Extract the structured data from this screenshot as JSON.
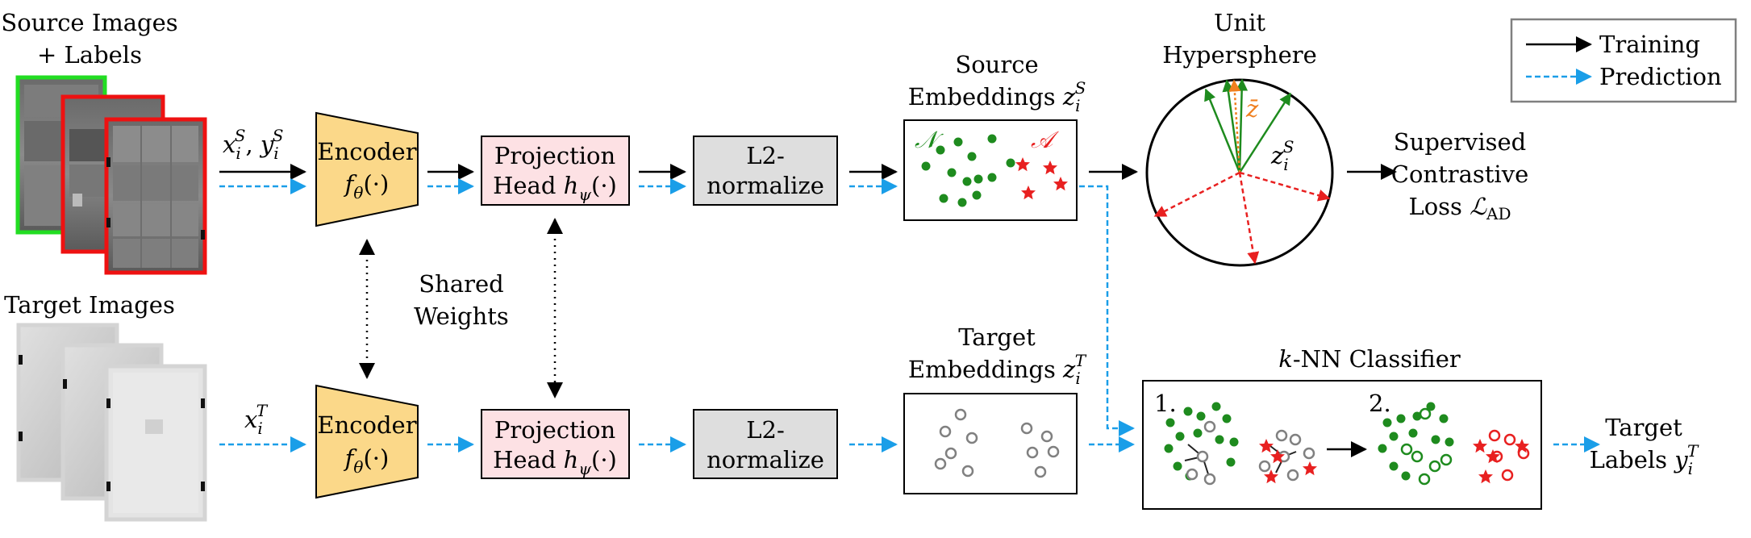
{
  "source": {
    "title_line1": "Source Images",
    "title_line2": "+ Labels",
    "input_label_main": "x",
    "input_label_sub": "i",
    "input_label_sup": "S",
    "input_label_sep": ", ",
    "input_label_main2": "y",
    "input_label_sup2": "S"
  },
  "target": {
    "title": "Target Images",
    "input_label_main": "x",
    "input_label_sub": "i",
    "input_label_sup": "T"
  },
  "encoder": {
    "label": "Encoder",
    "fn": "f",
    "fn_sub": "θ",
    "fn_arg": "(·)"
  },
  "projection": {
    "label": "Projection",
    "fn_prefix": "Head ",
    "fn": "h",
    "fn_sub": "ψ",
    "fn_arg": "(·)"
  },
  "l2": {
    "line1": "L2-",
    "line2": "normalize"
  },
  "shared": {
    "line1": "Shared",
    "line2": "Weights"
  },
  "source_embeddings": {
    "line1": "Source",
    "line2": "Embeddings",
    "sym": "z",
    "sym_sub": "i",
    "sym_sup": "S",
    "normal_symbol": "𝒩",
    "anomaly_symbol": "𝒜"
  },
  "target_embeddings": {
    "line1": "Target",
    "line2": "Embeddings",
    "sym": "z",
    "sym_sub": "i",
    "sym_sup": "T"
  },
  "hypersphere": {
    "line1": "Unit",
    "line2": "Hypersphere",
    "mean_label": "z̄",
    "z_label": "z",
    "z_sub": "i",
    "z_sup": "S"
  },
  "loss": {
    "line1": "Supervised",
    "line2": "Contrastive",
    "line3_prefix": "Loss ",
    "sym": "ℒ",
    "sym_sub": "AD"
  },
  "knn": {
    "title_italic": "k",
    "title_rest": "-NN Classifier",
    "step1": "1.",
    "step2": "2."
  },
  "output": {
    "line1": "Target",
    "line2_prefix": "Labels ",
    "sym": "y",
    "sym_sub": "i",
    "sym_sup": "T"
  },
  "legend": {
    "training": "Training",
    "prediction": "Prediction"
  },
  "colors": {
    "encoder_fill": "#fbd889",
    "projection_fill": "#fde1e4",
    "l2_fill": "#dedede",
    "normal": "#1e8b1e",
    "anomaly": "#e82020",
    "prediction_arrow": "#1a9ee8",
    "mean_arrow": "#f08020",
    "target_point": "#808080"
  }
}
